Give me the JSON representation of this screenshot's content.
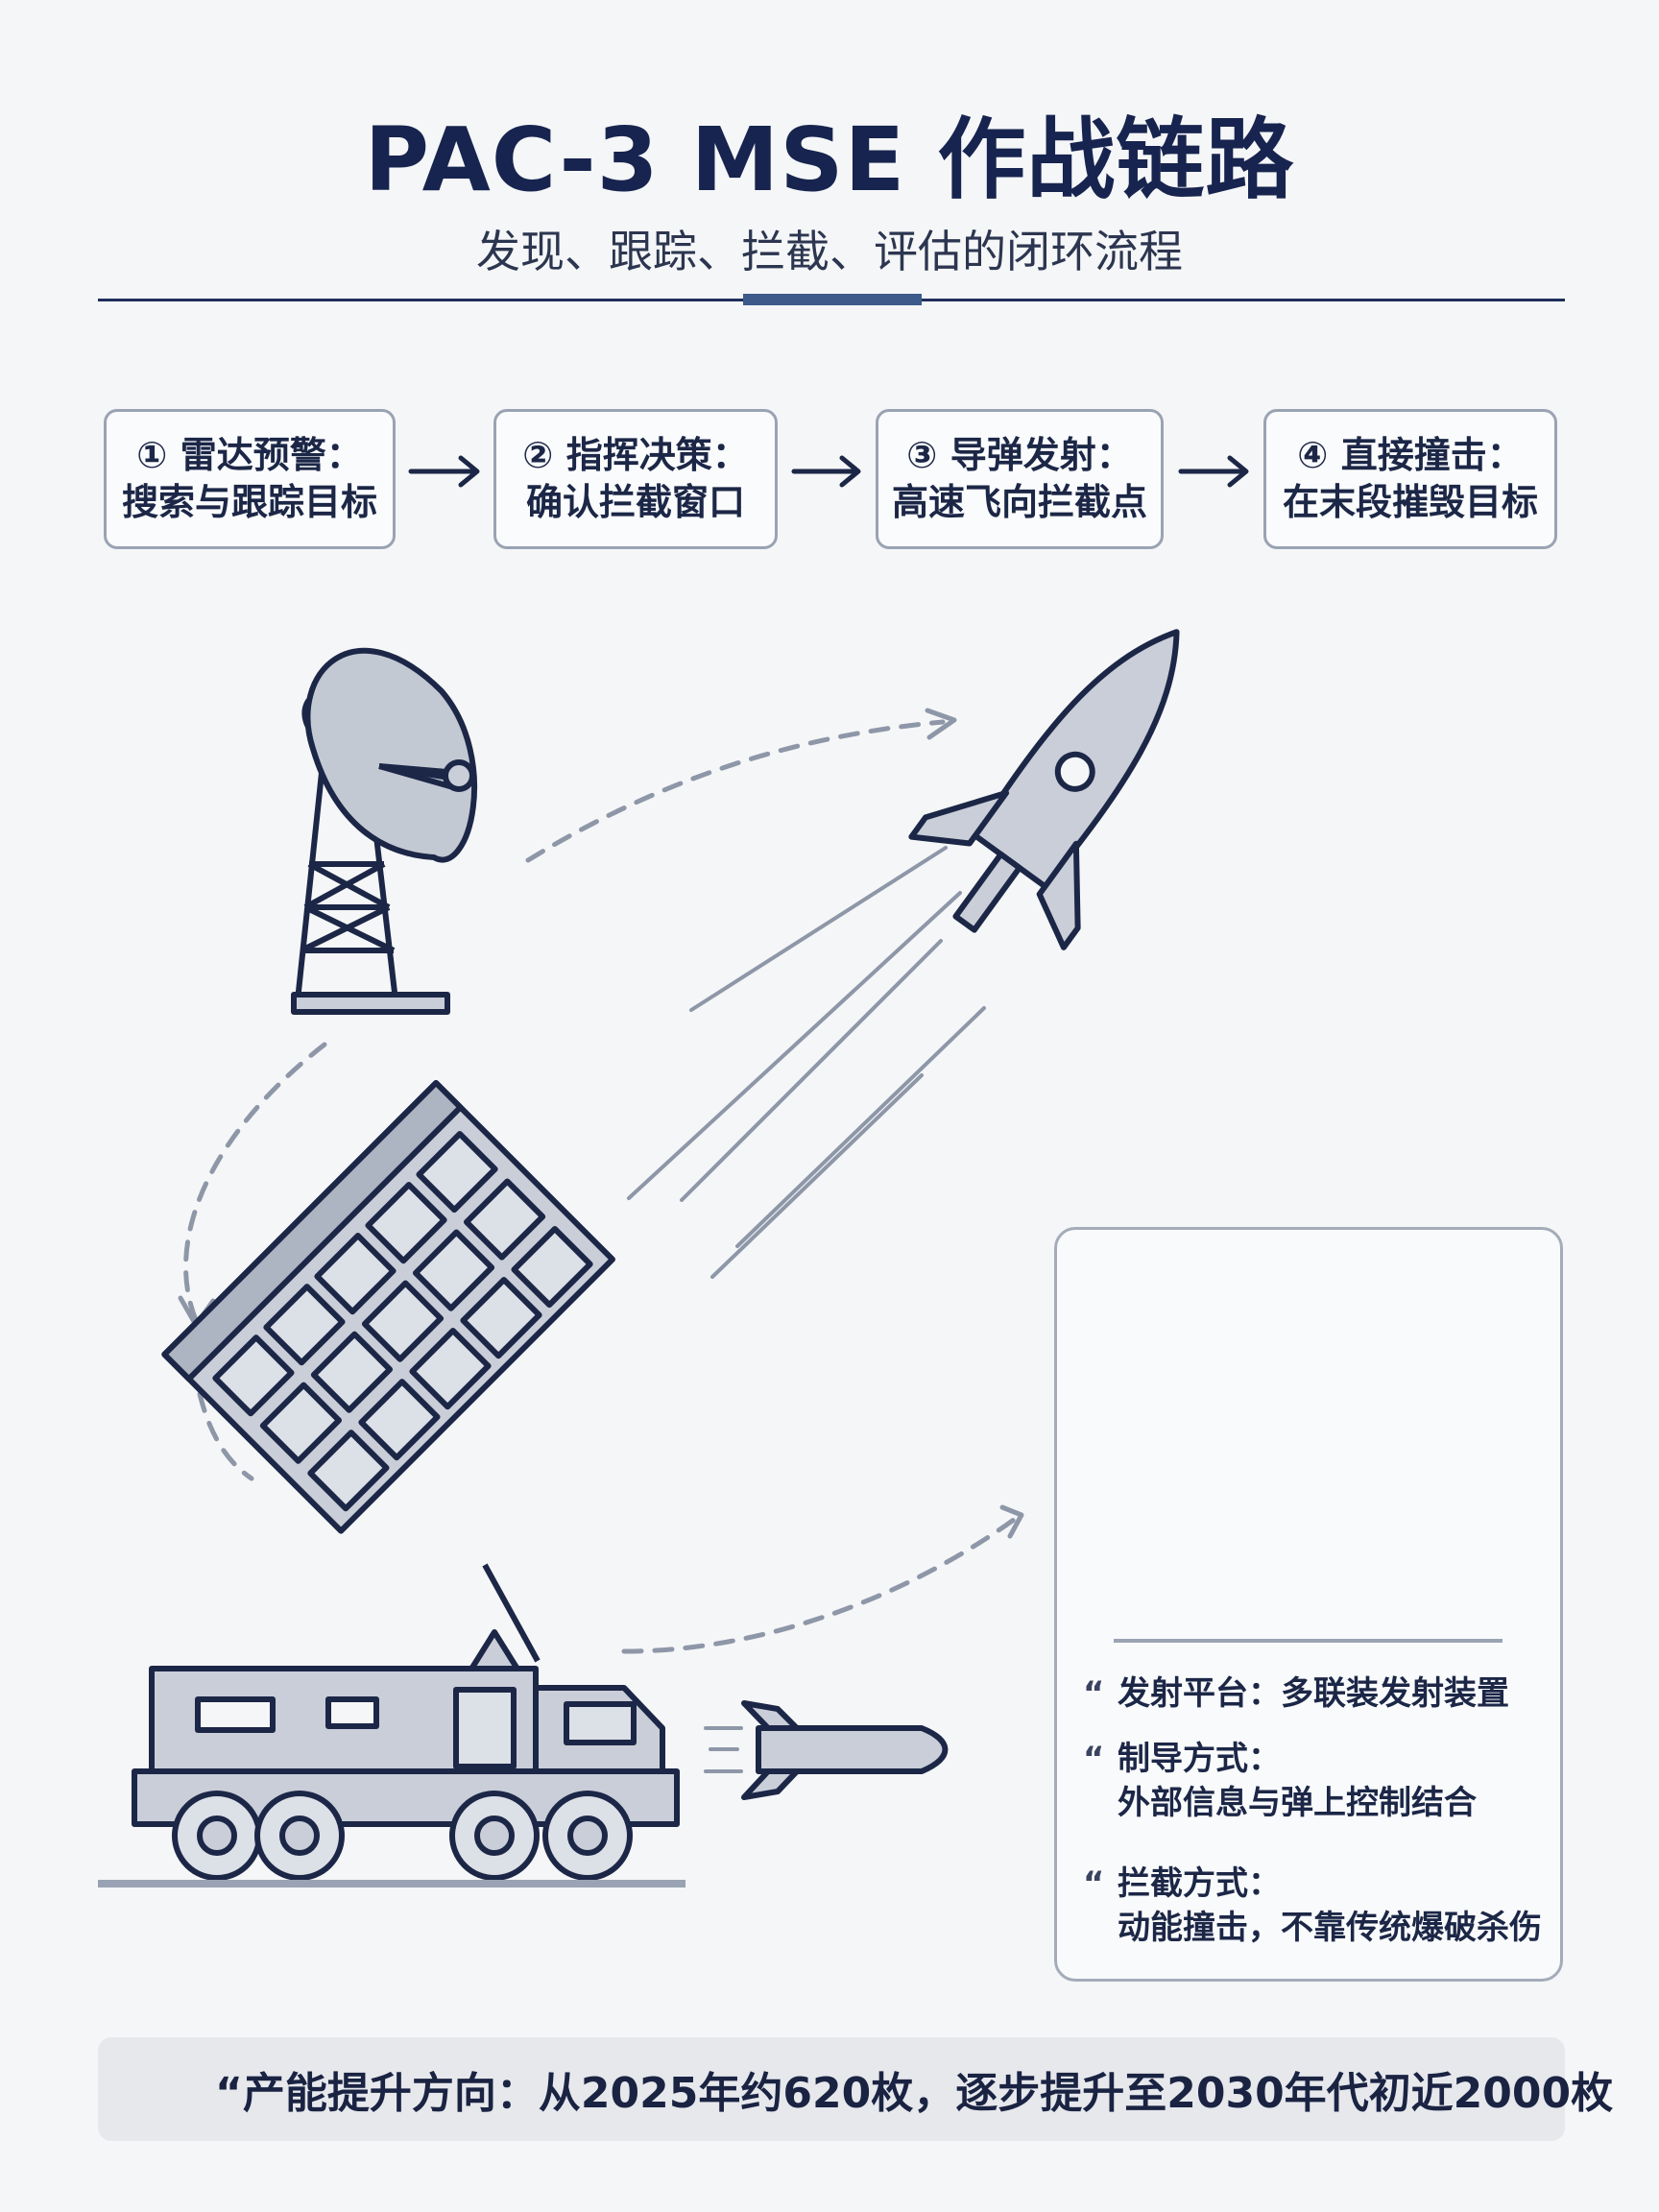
{
  "header": {
    "title": "PAC-3 MSE 作战链路",
    "subtitle": "发现、跟踪、拦截、评估的闭环流程"
  },
  "steps": [
    {
      "line1": "① 雷达预警：",
      "line2": "搜索与跟踪目标"
    },
    {
      "line1": "② 指挥决策：",
      "line2": "确认拦截窗口"
    },
    {
      "line1": "③ 导弹发射：",
      "line2": "高速飞向拦截点"
    },
    {
      "line1": "④ 直接撞击：",
      "line2": "在末段摧毁目标"
    }
  ],
  "info": {
    "items": [
      {
        "quote": "“",
        "line1": "发射平台：多联装发射装置",
        "line2": ""
      },
      {
        "quote": "“",
        "line1": "制导方式：",
        "line2": "外部信息与弹上控制结合"
      },
      {
        "quote": "“",
        "line1": "拦截方式：",
        "line2": "动能撞击，不靠传统爆破杀伤"
      }
    ]
  },
  "footer": {
    "text": "“产能提升方向：从2025年约620枚，逐步提升至2030年代初近2000枚"
  },
  "colors": {
    "navy": "#1c2747",
    "line": "#1f2f5c",
    "fill": "#c9ced8",
    "dash": "#8e97a8"
  }
}
